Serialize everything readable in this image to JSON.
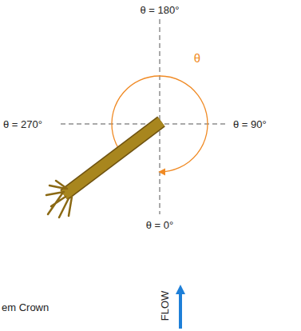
{
  "diagram": {
    "labels": [
      "θ = 180°",
      "θ = 270°",
      "θ = 90°",
      "θ = 0°",
      "θ",
      "em Crown",
      "FLOW"
    ]
  }
}
